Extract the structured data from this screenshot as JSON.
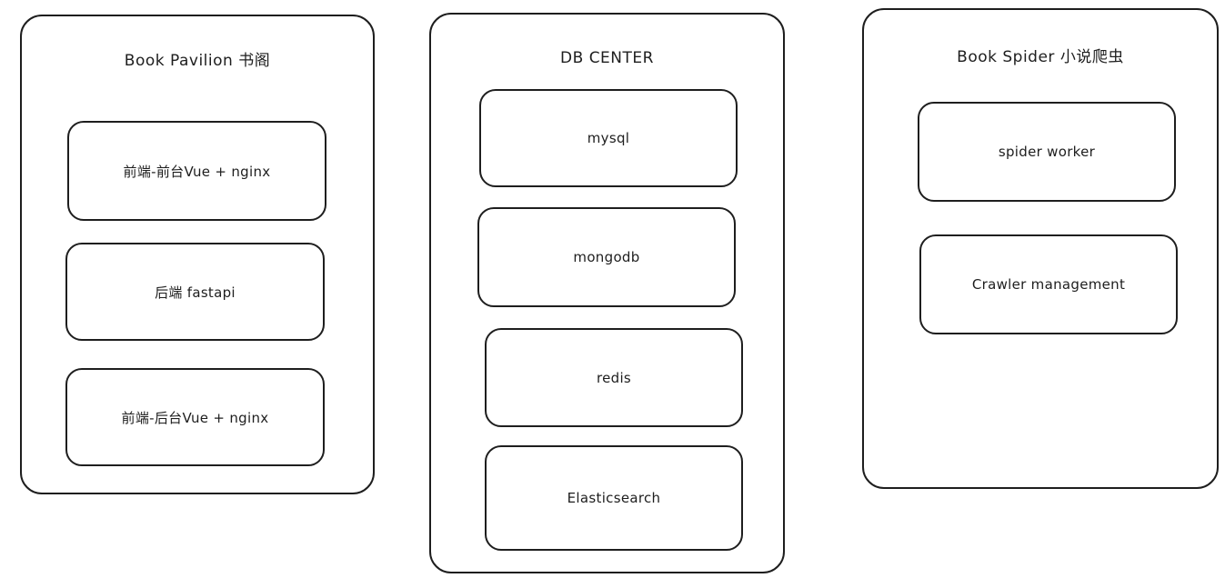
{
  "panels": {
    "book_pavilion": {
      "title": "Book Pavilion 书阁",
      "nodes": {
        "frontend_front": "前端-前台Vue + nginx",
        "backend": "后端 fastapi",
        "frontend_admin": "前端-后台Vue + nginx"
      }
    },
    "db_center": {
      "title": "DB CENTER",
      "nodes": {
        "mysql": "mysql",
        "mongodb": "mongodb",
        "redis": "redis",
        "elasticsearch": "Elasticsearch"
      }
    },
    "book_spider": {
      "title": "Book Spider 小说爬虫",
      "nodes": {
        "spider_worker": "spider worker",
        "crawler_management": "Crawler management"
      }
    }
  },
  "colors": {
    "stroke": "#1e1e1e",
    "background": "#ffffff"
  }
}
